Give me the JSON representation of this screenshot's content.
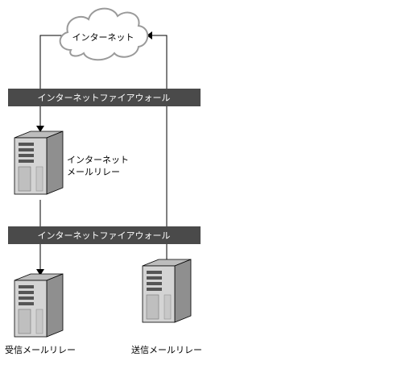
{
  "internet": {
    "label": "インターネット"
  },
  "firewall_top": {
    "label": "インターネットファイアウォール"
  },
  "firewall_bottom": {
    "label": "インターネットファイアウォール"
  },
  "internet_relay": {
    "label_line1": "インターネット",
    "label_line2": "メールリレー"
  },
  "inbound_relay": {
    "label": "受信メールリレー"
  },
  "outbound_relay": {
    "label": "送信メールリレー"
  },
  "icons": [
    "cloud-icon",
    "server-icon",
    "arrow-icon"
  ],
  "colors": {
    "firewall_bar": "#4a4a4a",
    "server_body": "#d4d4d4",
    "server_shade": "#8f8f8f",
    "line": "#000000"
  }
}
